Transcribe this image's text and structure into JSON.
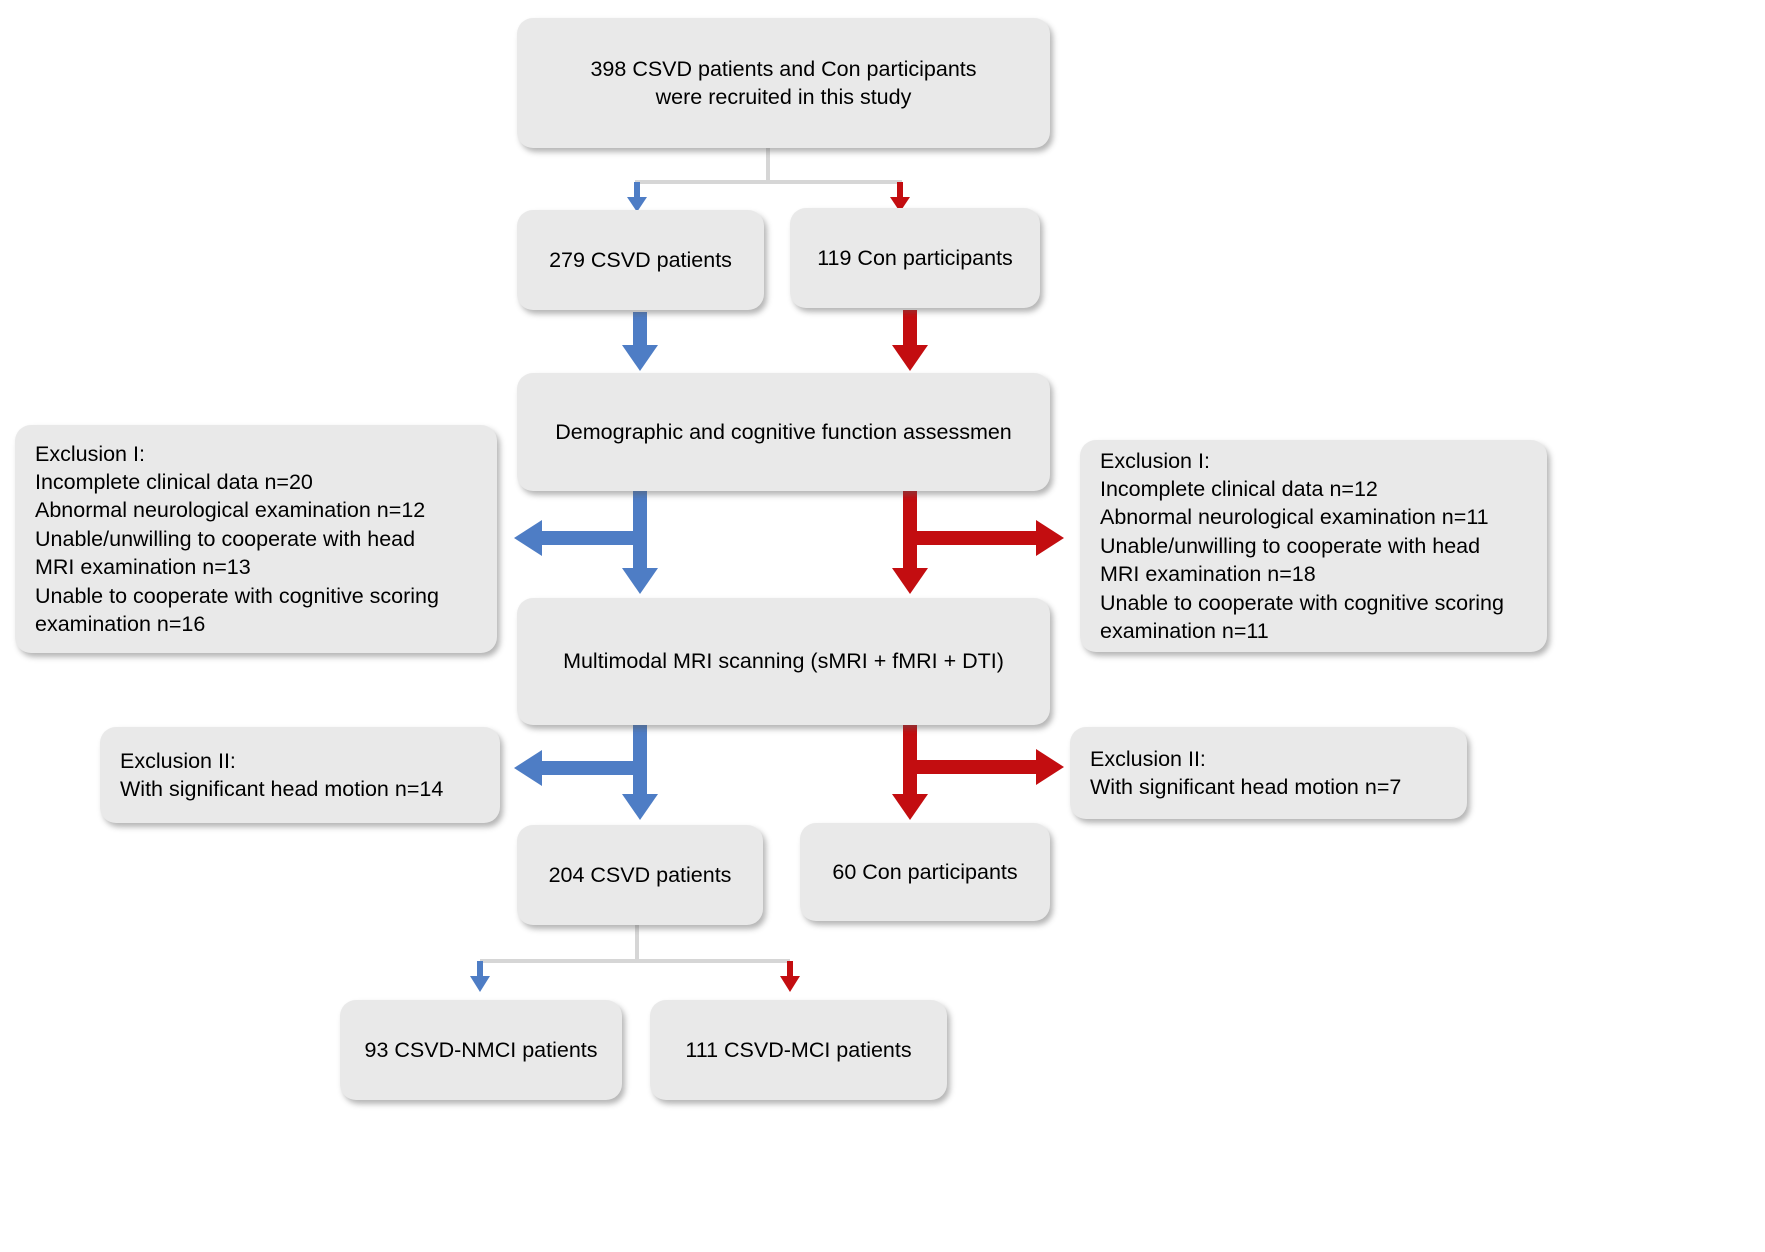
{
  "colors": {
    "blue_arrow": "#4e7dc5",
    "red_arrow": "#c30d10",
    "connector_gray": "#d6d6d6",
    "box_fill": "#e9e9e9"
  },
  "boxes": {
    "recruited": "398 CSVD patients and Con participants\nwere recruited in this study",
    "csvd_279": "279 CSVD patients",
    "con_119": "119 Con participants",
    "assessment": "Demographic and cognitive function assessmen",
    "exclusion1_left": "Exclusion I:\nIncomplete clinical data n=20\nAbnormal neurological examination n=12\nUnable/unwilling to cooperate with head\nMRI  examination n=13\nUnable to cooperate with cognitive scoring\nexamination n=16",
    "exclusion1_right": "Exclusion I:\nIncomplete clinical data n=12\nAbnormal neurological examination n=11\nUnable/unwilling to cooperate with head\nMRI  examination n=18\nUnable to cooperate with cognitive scoring\nexamination n=11",
    "mri_scanning": "Multimodal MRI scanning (sMRI + fMRI + DTI)",
    "exclusion2_left": "Exclusion II:\nWith significant head motion n=14",
    "exclusion2_right": "Exclusion II:\nWith significant head motion n=7",
    "csvd_204": "204 CSVD patients",
    "con_60": "60 Con participants",
    "nmci_93": "93 CSVD-NMCI patients",
    "mci_111": "111 CSVD-MCI patients"
  }
}
